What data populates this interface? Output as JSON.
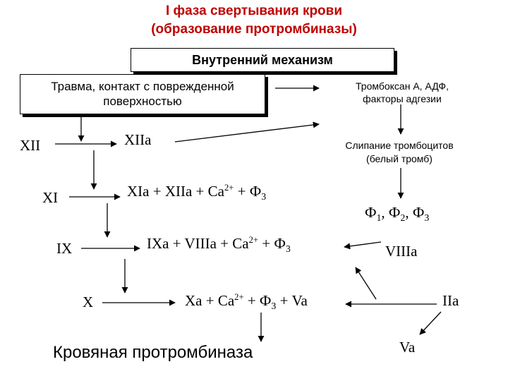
{
  "title_line1": "I фаза свертывания крови",
  "title_line2": "(образование протромбиназы)",
  "internal_mechanism": "Внутренний механизм",
  "trauma": "Травма, контакт с поврежденной поверхностью",
  "thromboxane_line1": "Тромбоксан А, АДФ,",
  "thromboxane_line2": "факторы адгезии",
  "adhesion_line1": "Слипание тромбоцитов",
  "adhesion_line2": "(белый тромб)",
  "f12": "XII",
  "f12a": "XIIa",
  "f11": "XI",
  "f11_complex": {
    "a": "XIa + XIIa + Ca",
    "sup": "2+",
    "b": "+ Ф",
    "sub": "3"
  },
  "platelet_factors": {
    "f": "Ф",
    "s1": "1",
    "s2": "2",
    "s3": "3",
    "sep": ", "
  },
  "f9": "IX",
  "f9_complex": {
    "a": "IXa + VIIIa + Ca",
    "sup": "2+",
    "b": "+ Ф",
    "sub": "3"
  },
  "f8a": "VIIIa",
  "f10": "X",
  "f10_complex": {
    "a": "Xa + Ca",
    "sup": "2+",
    "b": "+ Ф",
    "sub": "3",
    "c": "+ Va"
  },
  "f2a": "IIa",
  "f5a": "Va",
  "result": "Кровяная протромбиназа"
}
